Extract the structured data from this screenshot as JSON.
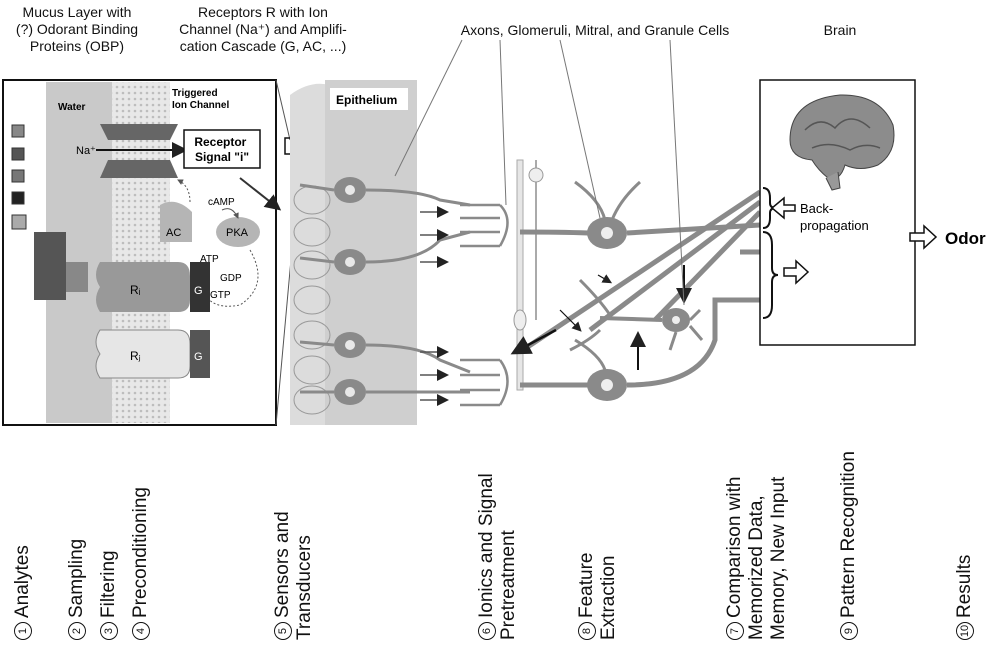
{
  "headers": {
    "mucus": "Mucus Layer with\n(?) Odorant Binding\nProteins (OBP)",
    "receptors": "Receptors R with Ion\nChannel (Na⁺) and Amplifi-\ncation Cascade (G, AC, ...)",
    "axons": "Axons, Glomeruli, Mitral, and Granule Cells",
    "brain": "Brain"
  },
  "inset": {
    "water": "Water",
    "triggered": "Triggered\nIon Channel",
    "na": "Na⁺",
    "receptor_signal": "Receptor\nSignal \"i\"",
    "camp": "cAMP",
    "ac": "AC",
    "pka": "PKA",
    "atp": "ATP",
    "gdp": "GDP",
    "gtp": "GTP",
    "ri": "Rᵢ",
    "rj": "Rⱼ",
    "g": "G"
  },
  "epithelium": "Epithelium",
  "backpropagation": "Back-\npropagation",
  "odor": "Odor",
  "steps": [
    {
      "num": "1",
      "text": "Analytes"
    },
    {
      "num": "2",
      "text": "Sampling"
    },
    {
      "num": "3",
      "text": "Filtering"
    },
    {
      "num": "4",
      "text": "Preconditioning"
    },
    {
      "num": "5",
      "text": "Sensors and\nTransducers"
    },
    {
      "num": "6",
      "text": "Ionics and Signal\nPretreatment"
    },
    {
      "num": "8",
      "text": "Feature\nExtraction"
    },
    {
      "num": "7",
      "text": "Comparison with\nMemorized Data,\nMemory, New Input"
    },
    {
      "num": "9",
      "text": "Pattern Recognition"
    },
    {
      "num": "10",
      "text": "Results"
    }
  ]
}
